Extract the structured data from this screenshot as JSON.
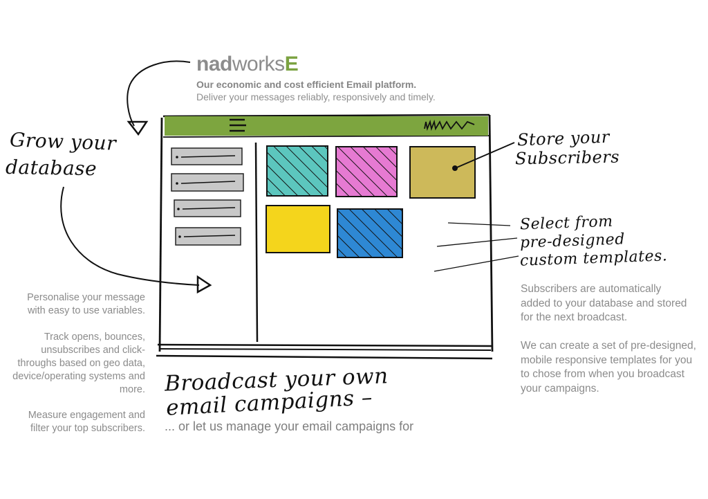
{
  "brand": {
    "logo_part_1": "nad",
    "logo_part_2": "works",
    "logo_part_3": "E",
    "tagline": "Our economic and cost efficient Email platform.",
    "subline": "Deliver your messages reliably, responsively and timely.",
    "accent_color": "#7ba241",
    "gray_color": "#8c8c8c"
  },
  "annotations": {
    "grow": [
      "Grow your",
      "database"
    ],
    "store": [
      "Store your",
      "Subscribers"
    ],
    "select": [
      "Select from",
      "pre-designed",
      "custom templates."
    ],
    "broadcast": [
      "Broadcast your own",
      "email campaigns –"
    ]
  },
  "left_copy": [
    "Personalise your message with easy to use variables.",
    "Track opens, bounces, unsubscribes and click-throughs based on geo data, device/operating systems and more.",
    "Measure engagement and filter your top subscribers."
  ],
  "right_copy": [
    "Subscribers are automatically added to your database and stored for the next broadcast.",
    "We can create a set of pre-designed, mobile responsive templates for you to chose from when you broadcast your campaigns."
  ],
  "footer": "... or let us manage your email campaigns for",
  "mockup": {
    "header_color": "#7da53f",
    "sidebar_item_color": "#c8c8c8",
    "tile_colors": [
      "#5cc6be",
      "#e67ad2",
      "#cdb95a",
      "#f4d51c",
      "#2e88d4"
    ]
  }
}
